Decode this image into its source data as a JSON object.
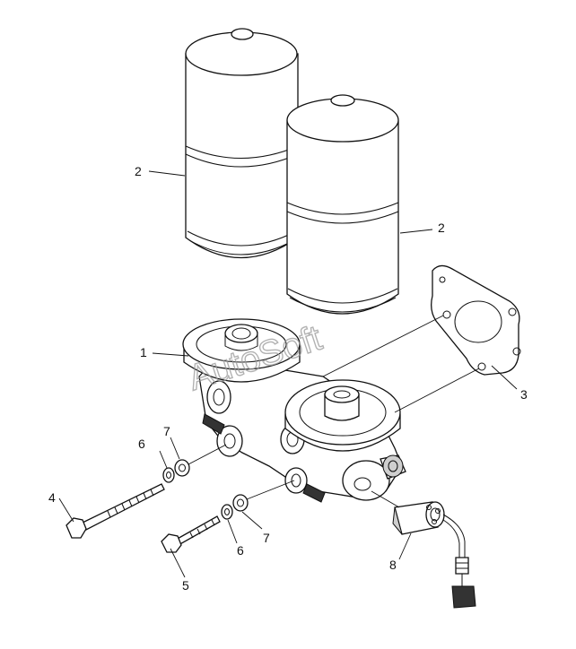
{
  "callouts": {
    "c1": "1",
    "c2a": "2",
    "c2b": "2",
    "c3": "3",
    "c4": "4",
    "c5": "5",
    "c6a": "6",
    "c6b": "6",
    "c7a": "7",
    "c7b": "7",
    "c8": "8"
  },
  "watermark": "AutoSoft"
}
